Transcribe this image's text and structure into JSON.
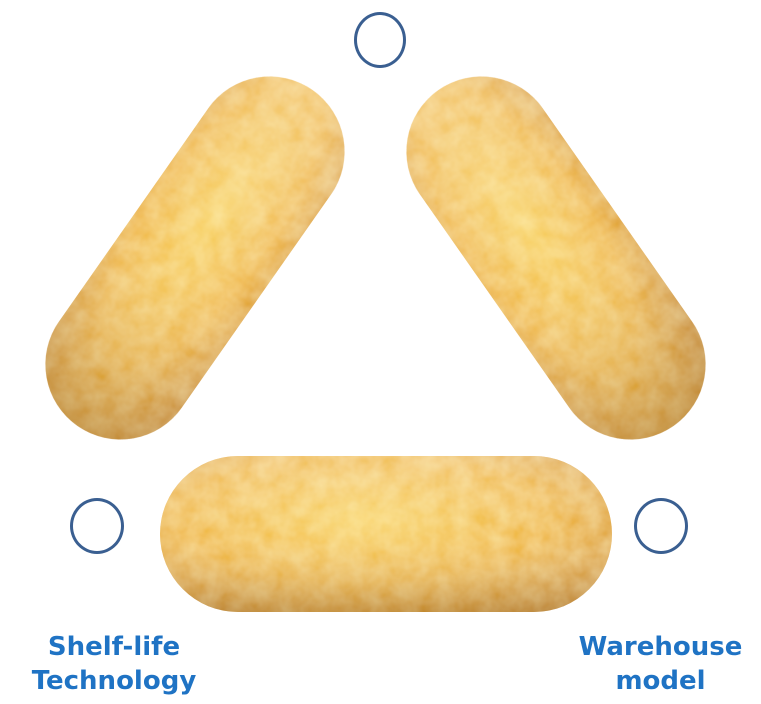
{
  "labels": {
    "left_line1": "Shelf-life",
    "left_line2": "Technology",
    "right_line1": "Warehouse",
    "right_line2": "model"
  },
  "colors": {
    "ring": "#3a5f91",
    "label": "#1f73c4",
    "cake_light": "#f6c24a",
    "cake_mid": "#e8a521",
    "cake_dark": "#c98314"
  },
  "icons": {
    "cakes": "golden-sponge-cake",
    "rings": "empty-circle"
  }
}
